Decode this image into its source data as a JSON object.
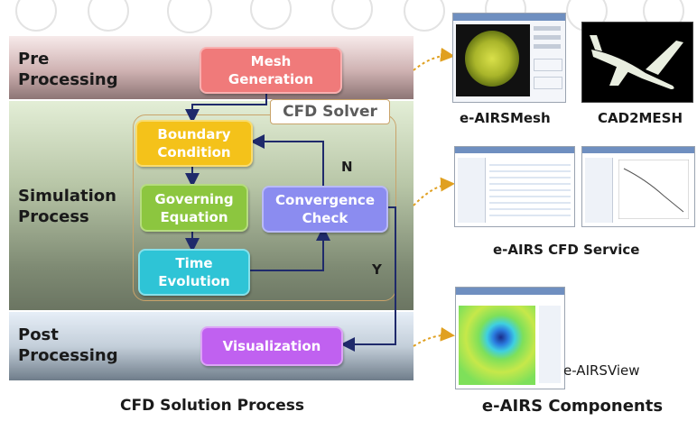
{
  "stages": {
    "pre": "Pre\nProcessing",
    "simulation": "Simulation\nProcess",
    "post": "Post\nProcessing"
  },
  "boxes": {
    "mesh_generation": "Mesh\nGeneration",
    "cfd_solver": "CFD Solver",
    "boundary_condition": "Boundary\nCondition",
    "governing_equation": "Governing\nEquation",
    "time_evolution": "Time\nEvolution",
    "convergence_check": "Convergence\nCheck",
    "visualization": "Visualization"
  },
  "branch_labels": {
    "no": "N",
    "yes": "Y"
  },
  "captions": {
    "left": "CFD Solution Process",
    "right": "e-AIRS Components"
  },
  "components": {
    "mesh": "e-AIRSMesh",
    "cad": "CAD2MESH",
    "cfd_service": "e-AIRS CFD Service",
    "view": "e-AIRSView"
  },
  "colors": {
    "mesh_generation": "#f07a7a",
    "boundary_condition": "#f4c21a",
    "governing_equation": "#8cc63f",
    "time_evolution": "#2ec4d6",
    "convergence_check": "#8b8cf0",
    "visualization": "#c061f0"
  }
}
